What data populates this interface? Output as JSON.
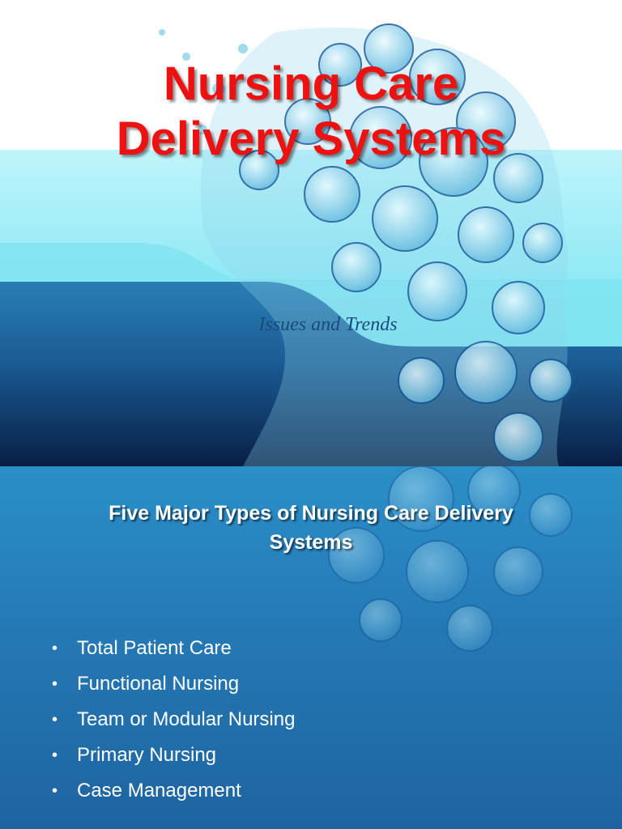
{
  "slide1": {
    "title_line1": "Nursing Care",
    "title_line2": "Delivery Systems",
    "subtitle": "Issues and Trends"
  },
  "slide2": {
    "heading_line1": "Five Major Types of Nursing Care Delivery",
    "heading_line2": "Systems",
    "bullet_glyph": "•",
    "items": [
      "Total Patient Care",
      "Functional Nursing",
      "Team or Modular Nursing",
      "Primary Nursing",
      "Case Management"
    ]
  },
  "colors": {
    "title": "#ee1111",
    "subtitle": "#1a4a7a",
    "band_light": "#5fe0f0",
    "band_dark": "#0a2a55",
    "slide2_bg": "#2479b5"
  },
  "decor": {
    "background_image": "head-of-clocks-illustration"
  }
}
